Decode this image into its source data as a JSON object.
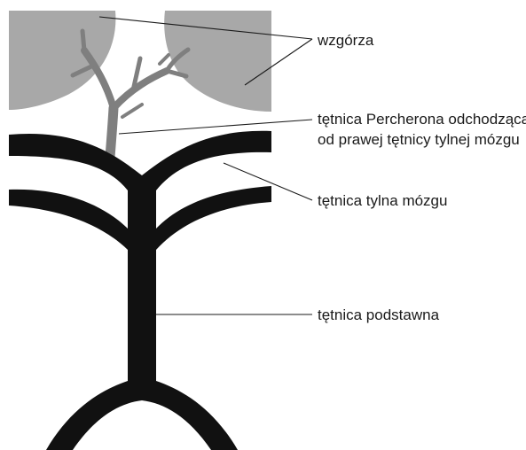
{
  "labels": {
    "hills": "wzgórza",
    "percheron_line1": "tętnica Percherona odchodząca",
    "percheron_line2": "od prawej tętnicy tylnej mózgu",
    "posterior_cerebral": "tętnica tylna mózgu",
    "basilar": "tętnica podstawna"
  },
  "colors": {
    "hill_fill": "#a8a8a8",
    "percheron_artery": "#7f7f7f",
    "artery": "#111111",
    "leader_line": "#1a1a1a",
    "text": "#1a1a1a"
  }
}
